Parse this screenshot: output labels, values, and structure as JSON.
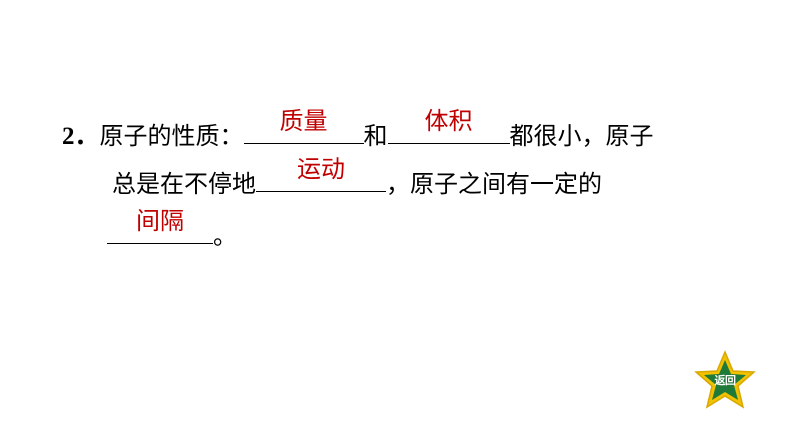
{
  "question": {
    "number": "2．",
    "line1": {
      "prefix": "原子的性质：",
      "answer1": "质量",
      "mid": "和",
      "answer2": "体积",
      "suffix": "都很小，原子"
    },
    "line2": {
      "prefix": "总是在不停地",
      "answer3": "运动",
      "suffix": "，原子之间有一定的"
    },
    "line3": {
      "answer4": "间隔",
      "suffix": "。"
    }
  },
  "nav": {
    "back_label": "返回",
    "back_icon": "star-icon",
    "colors": {
      "star_outer": "#f2c200",
      "star_inner": "#1f7a3a"
    }
  },
  "colors": {
    "answer": "#c00000",
    "text": "#000000"
  }
}
